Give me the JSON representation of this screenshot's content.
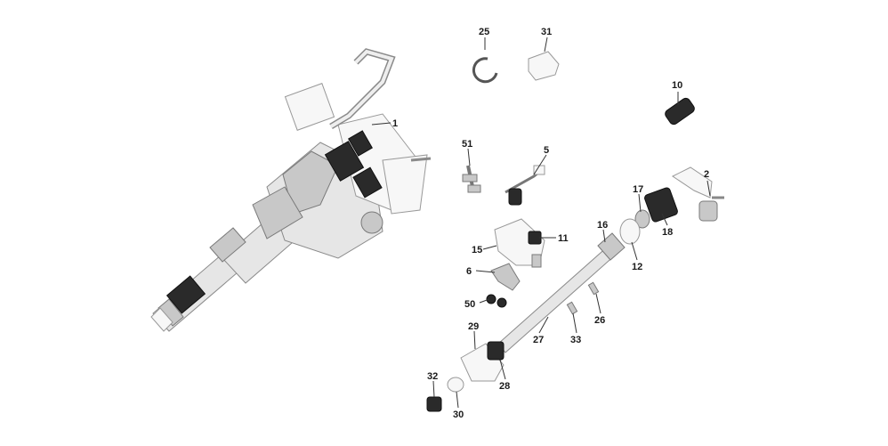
{
  "diagram": {
    "callouts": [
      {
        "id": "1",
        "text": "1"
      },
      {
        "id": "2",
        "text": "2"
      },
      {
        "id": "5",
        "text": "5"
      },
      {
        "id": "6",
        "text": "6"
      },
      {
        "id": "10",
        "text": "10"
      },
      {
        "id": "11",
        "text": "11"
      },
      {
        "id": "12",
        "text": "12"
      },
      {
        "id": "15",
        "text": "15"
      },
      {
        "id": "16",
        "text": "16"
      },
      {
        "id": "17",
        "text": "17"
      },
      {
        "id": "18",
        "text": "18"
      },
      {
        "id": "25",
        "text": "25"
      },
      {
        "id": "26",
        "text": "26"
      },
      {
        "id": "27",
        "text": "27"
      },
      {
        "id": "28",
        "text": "28"
      },
      {
        "id": "29",
        "text": "29"
      },
      {
        "id": "30",
        "text": "30"
      },
      {
        "id": "31",
        "text": "31"
      },
      {
        "id": "32",
        "text": "32"
      },
      {
        "id": "33",
        "text": "33"
      },
      {
        "id": "50",
        "text": "50"
      },
      {
        "id": "51",
        "text": "51"
      }
    ]
  }
}
